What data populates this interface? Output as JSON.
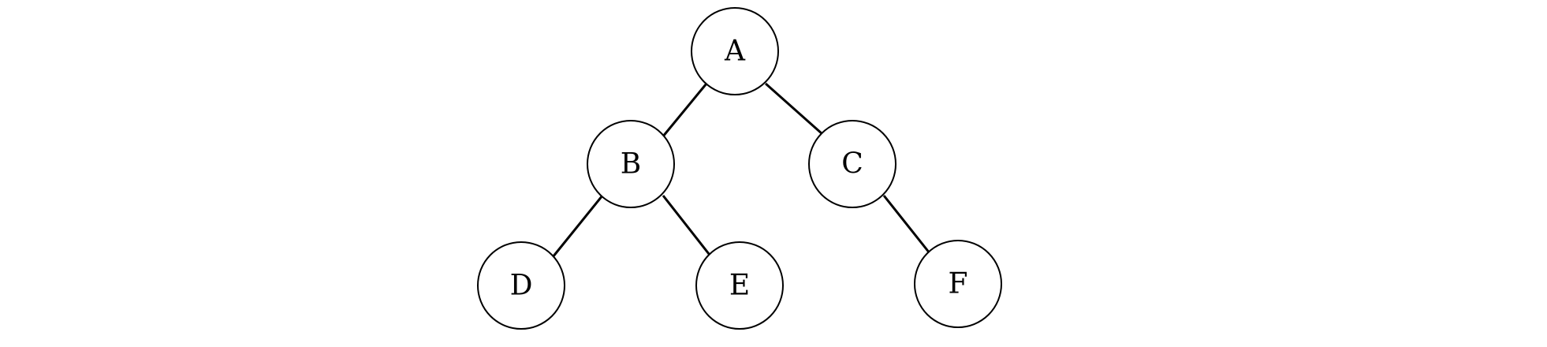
{
  "diagram": {
    "nodes": [
      {
        "id": "A",
        "label": "A"
      },
      {
        "id": "B",
        "label": "B"
      },
      {
        "id": "C",
        "label": "C"
      },
      {
        "id": "D",
        "label": "D"
      },
      {
        "id": "E",
        "label": "E"
      },
      {
        "id": "F",
        "label": "F"
      }
    ],
    "edges": [
      {
        "from": "A",
        "to": "B"
      },
      {
        "from": "A",
        "to": "C"
      },
      {
        "from": "B",
        "to": "D"
      },
      {
        "from": "B",
        "to": "E"
      },
      {
        "from": "C",
        "to": "F"
      }
    ]
  }
}
